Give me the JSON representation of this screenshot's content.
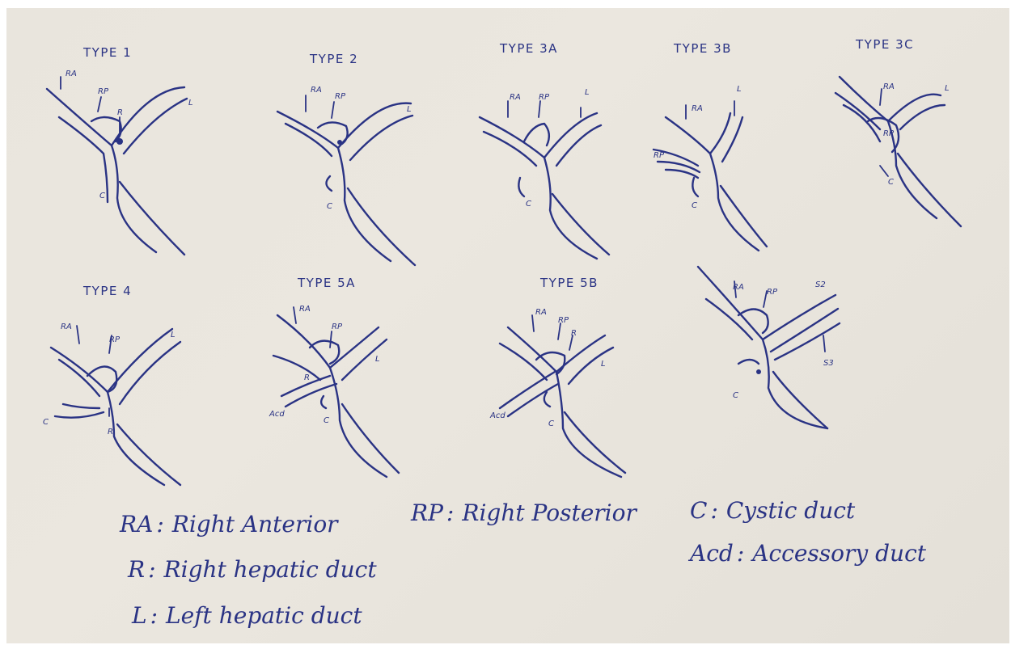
{
  "diagrams": [
    {
      "title": "TYPE 1",
      "ra": "RA",
      "rp": "RP",
      "r": "R",
      "l": "L",
      "c": "C"
    },
    {
      "title": "TYPE 2",
      "ra": "RA",
      "rp": "RP",
      "l": "L",
      "c": "C"
    },
    {
      "title": "TYPE 3A",
      "ra": "RA",
      "rp": "RP",
      "l": "L",
      "c": "C"
    },
    {
      "title": "TYPE 3B",
      "ra": "RA",
      "rp": "RP",
      "l": "L",
      "c": "C"
    },
    {
      "title": "TYPE 3C",
      "ra": "RA",
      "rp": "RP",
      "l": "L",
      "c": "C"
    },
    {
      "title": "TYPE 4",
      "ra": "RA",
      "rp": "RP",
      "r": "R",
      "l": "L",
      "c": "C"
    },
    {
      "title": "TYPE 5A",
      "ra": "RA",
      "rp": "RP",
      "r": "R",
      "l": "L",
      "c": "C",
      "acd": "Acd"
    },
    {
      "title": "TYPE 5B",
      "ra": "RA",
      "rp": "RP",
      "r": "R",
      "l": "L",
      "c": "C",
      "acd": "Acd"
    },
    {
      "title": "",
      "ra": "RA",
      "rp": "RP",
      "s2": "S2",
      "s3": "S3",
      "c": "C"
    }
  ],
  "legend": {
    "ra_key": "RA",
    "ra_text": "Right Anterior",
    "rp_key": "RP",
    "rp_text": "Right Posterior",
    "c_key": "C",
    "c_text": "Cystic duct",
    "acd_key": "Acd",
    "acd_text": "Accessory duct",
    "r_key": "R",
    "r_text": "Right hepatic duct",
    "l_key": "L",
    "l_text": "Left hepatic duct"
  },
  "colors": {
    "ink": "#2a3384",
    "paper": "#e9e5dd"
  }
}
